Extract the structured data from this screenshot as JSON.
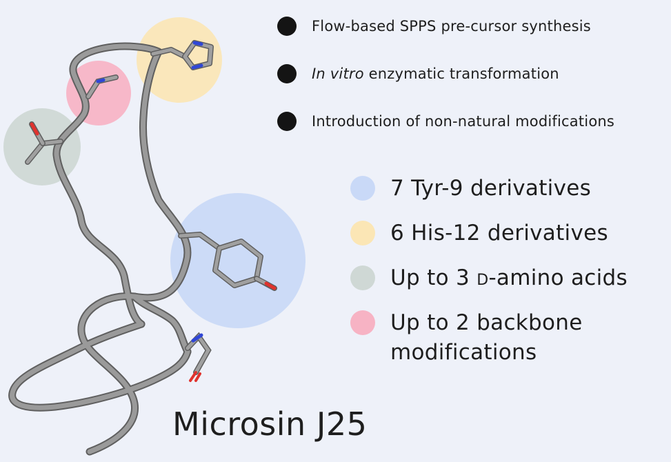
{
  "steps": [
    {
      "italic": "",
      "text": "Flow-based SPPS pre-cursor synthesis"
    },
    {
      "italic": "In vitro",
      "text": " enzymatic transformation"
    },
    {
      "italic": "",
      "text": "Introduction of non-natural modifications"
    }
  ],
  "legend": [
    {
      "color": "#c9d9f7",
      "pre": "7 Tyr-9 derivatives",
      "sc": "",
      "post": "",
      "line2": ""
    },
    {
      "color": "#fbe6b5",
      "pre": "6 His-12 derivatives",
      "sc": "",
      "post": "",
      "line2": ""
    },
    {
      "color": "#cfd8d5",
      "pre": "Up to 3 ",
      "sc": "d",
      "post": "-amino acids",
      "line2": ""
    },
    {
      "color": "#f7b3c4",
      "pre": "Up to 2 backbone",
      "sc": "",
      "post": "",
      "line2": "modifications"
    }
  ],
  "title": "Microsin J25",
  "colors": {
    "background": "#eef1f9",
    "bullet": "#141414",
    "backbone": "#8c8c8c",
    "nitrogen": "#2f46d6",
    "oxygen": "#e0322d"
  }
}
